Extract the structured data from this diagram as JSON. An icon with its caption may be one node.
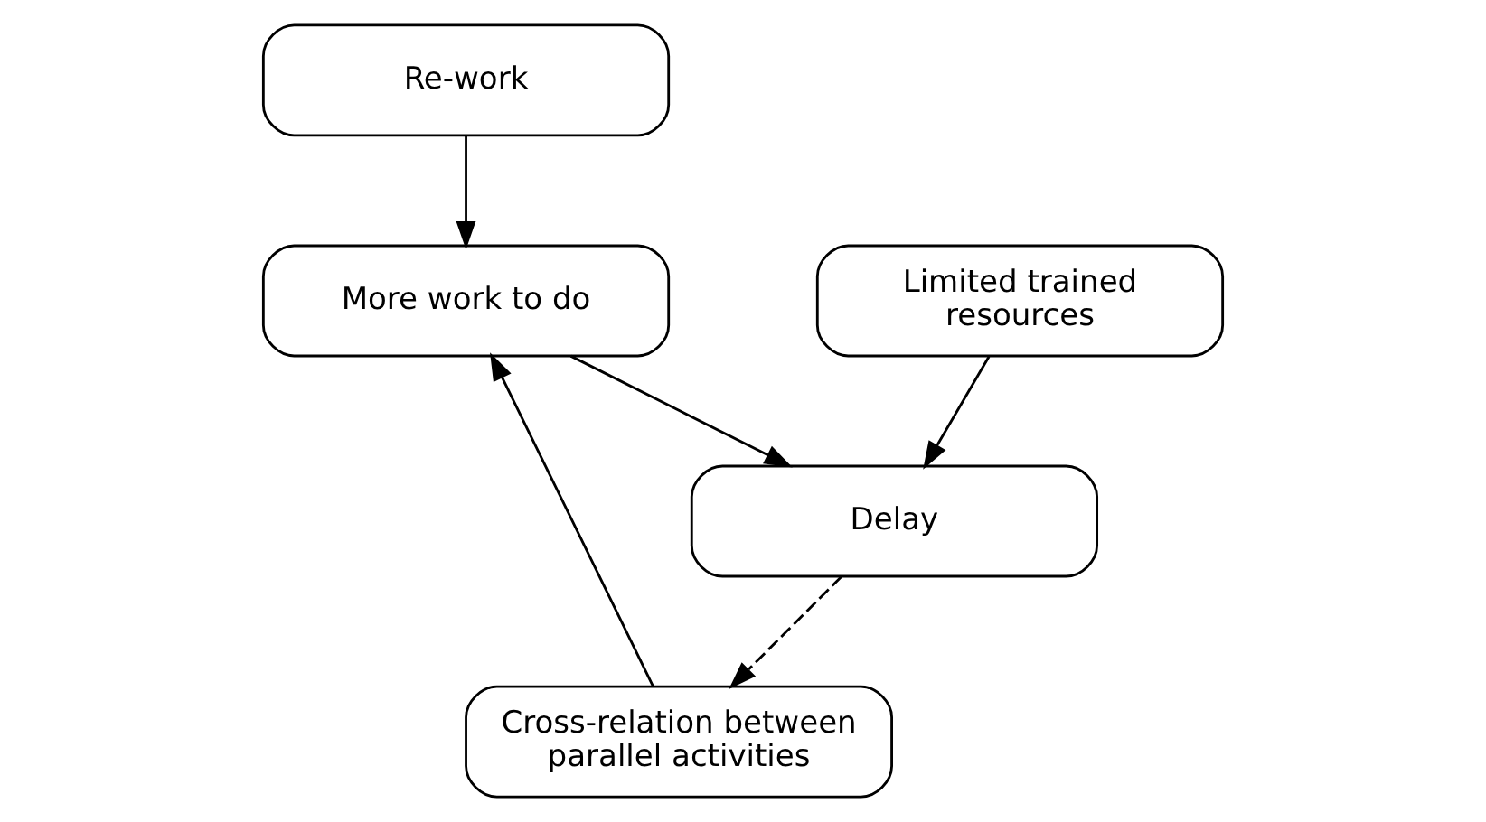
{
  "diagram": {
    "nodes": [
      {
        "text": [
          "Re-work"
        ]
      },
      {
        "text": [
          "Delay"
        ]
      },
      {
        "text": [
          "Cross-relation between parallel activities"
        ]
      },
      {
        "text": [
          "Limited trained resources"
        ]
      },
      {
        "text": [
          "More work to do"
        ]
      }
    ],
    "edges": [
      {
        "from": 0,
        "to": 4,
        "arrow": "to"
      },
      {
        "from": 1,
        "to": 2,
        "arrow": "to",
        "style": "dashed"
      },
      {
        "from": 2,
        "to": 4,
        "arrow": "to"
      },
      {
        "from": 3,
        "to": 1,
        "arrow": "to"
      },
      {
        "from": 4,
        "to": 1,
        "arrow": "to"
      }
    ]
  }
}
